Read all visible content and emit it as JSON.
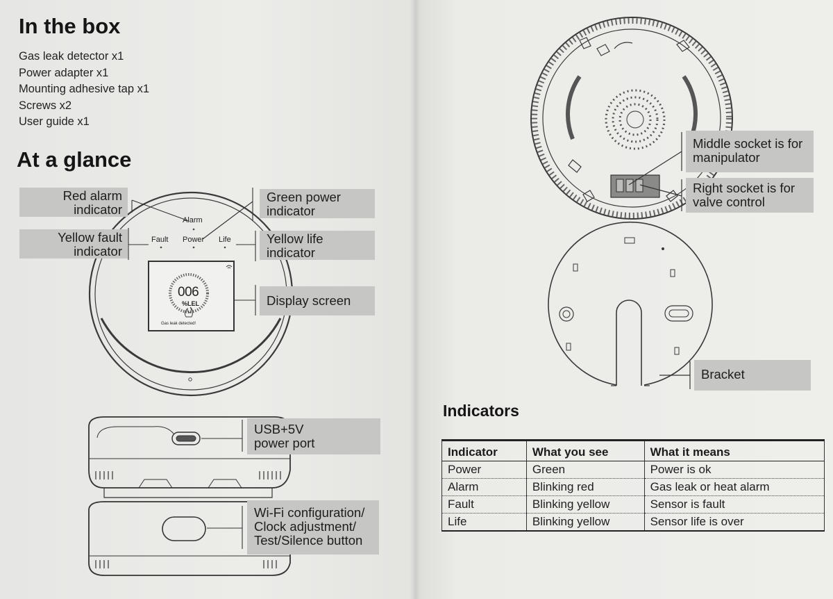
{
  "in_the_box": {
    "title": "In the box",
    "items": [
      "Gas leak detector x1",
      "Power adapter x1",
      "Mounting adhesive tap x1",
      "Screws x2",
      "User guide x1"
    ]
  },
  "at_a_glance": {
    "title": "At a glance",
    "labels": {
      "red_alarm": [
        "Red alarm",
        "indicator"
      ],
      "green_power": [
        "Green power",
        "indicator"
      ],
      "yellow_fault": [
        "Yellow fault",
        "indicator"
      ],
      "yellow_life": [
        "Yellow life",
        "indicator"
      ],
      "display_screen": [
        "Display screen"
      ],
      "usb_port": [
        "USB+5V",
        "power port"
      ],
      "wifi_button": [
        "Wi-Fi configuration/",
        "Clock adjustment/",
        "Test/Silence button"
      ]
    },
    "device_text": {
      "alarm": "Alarm",
      "fault": "Fault",
      "power": "Power",
      "life": "Life",
      "reading": "006",
      "unit": "%LEL",
      "status": "Gas leak detected!"
    }
  },
  "back_view": {
    "labels": {
      "middle_socket": [
        "Middle socket is for",
        "manipulator"
      ],
      "right_socket": [
        "Right socket is for",
        "valve control"
      ],
      "bracket": [
        "Bracket"
      ]
    }
  },
  "indicators": {
    "title": "Indicators",
    "columns": [
      "Indicator",
      "What you see",
      "What it means"
    ],
    "rows": [
      [
        "Power",
        "Green",
        "Power is ok"
      ],
      [
        "Alarm",
        "Blinking red",
        "Gas leak or heat alarm"
      ],
      [
        "Fault",
        "Blinking yellow",
        "Sensor is fault"
      ],
      [
        "Life",
        "Blinking yellow",
        "Sensor life is over"
      ]
    ]
  }
}
